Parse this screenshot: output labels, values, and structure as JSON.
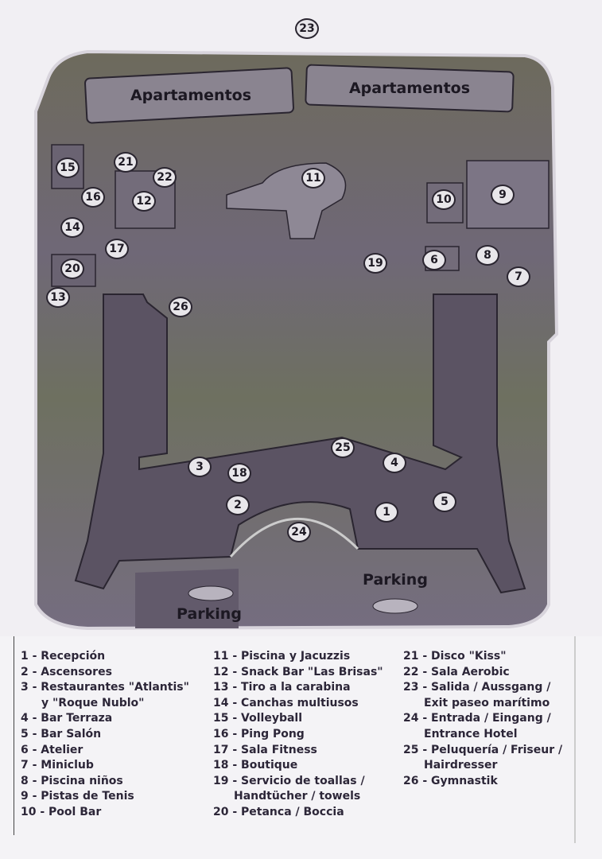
{
  "map": {
    "building_labels": [
      "Apartamentos",
      "Apartamentos"
    ],
    "parking_labels": [
      "Parking",
      "Parking"
    ],
    "markers": [
      "23",
      "21",
      "22",
      "12",
      "15",
      "16",
      "14",
      "17",
      "20",
      "13",
      "26",
      "11",
      "10",
      "9",
      "8",
      "6",
      "19",
      "7",
      "25",
      "3",
      "18",
      "4",
      "2",
      "1",
      "5",
      "24"
    ],
    "colors": {
      "ground": "#6b6470",
      "building": "#5a5260",
      "outline": "#2a2530"
    }
  },
  "legend": {
    "col1": [
      "1 - Recepción",
      "2 - Ascensores",
      "3 - Restaurantes \"Atlantis\" y \"Roque Nublo\"",
      "4 - Bar Terraza",
      "5 - Bar Salón",
      "6 - Atelier",
      "7 - Miniclub",
      "8 - Piscina niños",
      "9 - Pistas de Tenis",
      "10 - Pool Bar"
    ],
    "col2": [
      "11 - Piscina y Jacuzzis",
      "12 - Snack Bar \"Las Brisas\"",
      "13 - Tiro a la carabina",
      "14 - Canchas multiusos",
      "15 - Volleyball",
      "16 - Ping Pong",
      "17 - Sala Fitness",
      "18 - Boutique",
      "19 - Servicio de toallas / Handtücher / towels",
      "20 - Petanca / Boccia"
    ],
    "col3": [
      "21 - Disco \"Kiss\"",
      "22 - Sala Aerobic",
      "23 - Salida / Aussgang / Exit paseo marítimo",
      "24 - Entrada / Eingang / Entrance Hotel",
      "25 - Peluquería / Friseur / Hairdresser",
      "26 - Gymnastik"
    ]
  }
}
